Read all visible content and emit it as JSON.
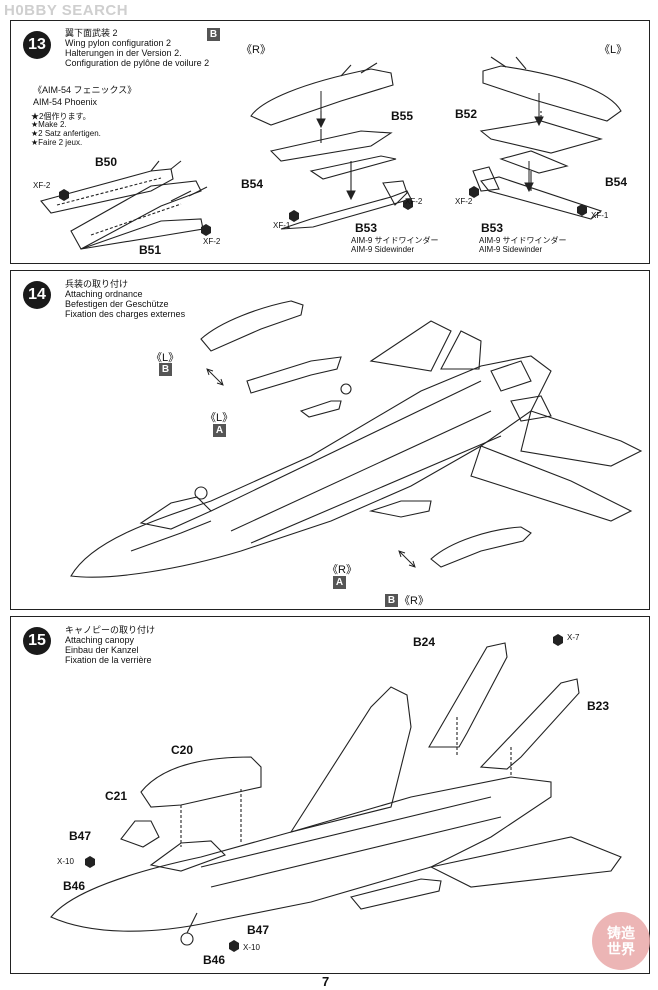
{
  "watermark": {
    "text": "H0BBY SEARCH"
  },
  "page_number": "7",
  "corner_logo": {
    "text": "铸造世界"
  },
  "step13": {
    "number": "13",
    "title_jp": "翼下面武装 2",
    "title_en": "Wing pylon configuration 2",
    "title_de": "Halterungen in der Version 2.",
    "title_fr": "Configuration de pylône de voilure 2",
    "version_box": "B",
    "aim54_jp": "《AIM-54 フェニックス》",
    "aim54_en": "AIM-54 Phoenix",
    "note_jp": "★2個作ります。",
    "note_de": "★2 Satz anfertigen.",
    "note_en": "★Make 2.",
    "note_fr": "★Faire 2 jeux.",
    "side_r": "《R》",
    "side_l": "《L》",
    "parts": {
      "b50": "B50",
      "b51": "B51",
      "b55": "B55",
      "b52": "B52",
      "b54_r": "B54",
      "b54_l": "B54",
      "b53_r": "B53",
      "b53_l": "B53"
    },
    "paints": {
      "xf2_a": "XF-2",
      "xf2_b": "XF-2",
      "xf2_c": "XF-2",
      "xf2_d": "XF-2",
      "xf1_a": "XF-1",
      "xf1_b": "XF-1"
    },
    "aim9_jp_r": "AIM-9 サイドワインダー",
    "aim9_en_r": "AIM-9 Sidewinder",
    "aim9_jp_l": "AIM-9 サイドワインダー",
    "aim9_en_l": "AIM-9 Sidewinder"
  },
  "step14": {
    "number": "14",
    "title_jp": "兵装の取り付け",
    "title_en": "Attaching ordnance",
    "title_de": "Befestigen der Geschütze",
    "title_fr": "Fixation des charges externes",
    "tag_l1": "《L》",
    "box_b1": "B",
    "tag_l2": "《L》",
    "box_a1": "A",
    "tag_r1": "《R》",
    "box_a2": "A",
    "box_b2": "B",
    "tag_r2": "《R》"
  },
  "step15": {
    "number": "15",
    "title_jp": "キャノピーの取り付け",
    "title_en": "Attaching canopy",
    "title_de": "Einbau der Kanzel",
    "title_fr": "Fixation de la verrière",
    "parts": {
      "b24": "B24",
      "b23": "B23",
      "c20": "C20",
      "c21": "C21",
      "b47_a": "B47",
      "b46_a": "B46",
      "b47_b": "B47",
      "b46_b": "B46"
    },
    "paints": {
      "x7": "X-7",
      "x10_a": "X-10",
      "x10_b": "X-10"
    }
  }
}
